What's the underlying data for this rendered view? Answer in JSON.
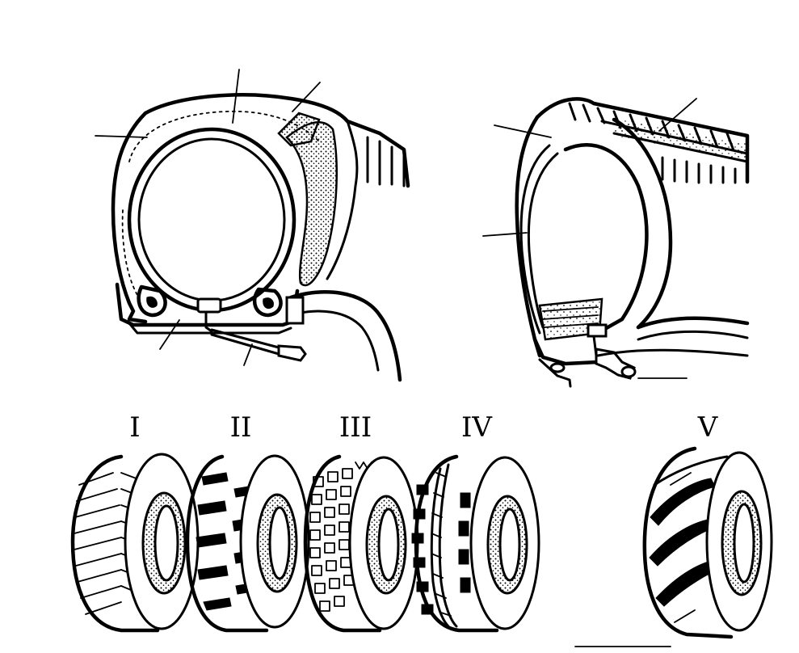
{
  "tire_labels": [
    "I",
    "II",
    "III",
    "IV",
    "V"
  ],
  "colors": {
    "ink": "#000000",
    "paper": "#ffffff",
    "stipple": "url-free-dot-pattern"
  }
}
